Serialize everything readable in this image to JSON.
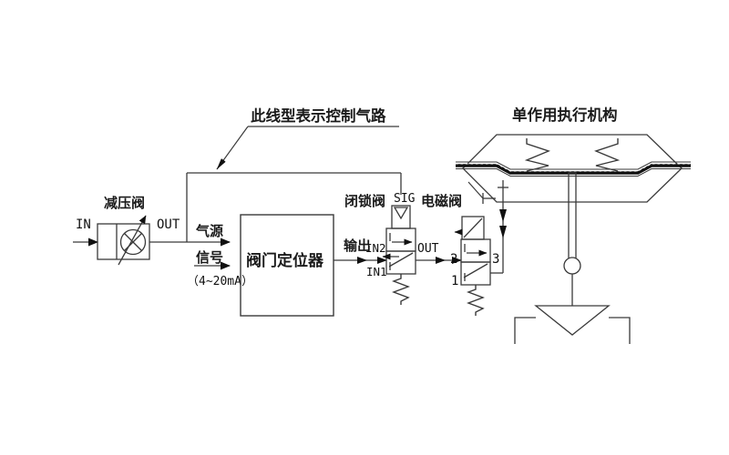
{
  "diagram": {
    "title_note": "此线型表示控制气路",
    "actuator_title": "单作用执行机构",
    "colors": {
      "line": "#3a3a3a",
      "text": "#111111",
      "background": "#ffffff",
      "diaphragm": "#111111"
    }
  },
  "labels": {
    "inlet": "IN",
    "outlet": "OUT",
    "regulator": "减压阀",
    "air_supply": "气源",
    "signal": "信号",
    "signal_range": "（4~20mA）",
    "positioner": "阀门定位器",
    "output": "输出",
    "lock_valve": "闭锁阀",
    "sig_port": "SIG",
    "solenoid_valve": "电磁阀",
    "lock_in2": "IN2",
    "lock_in1": "IN1",
    "lock_out": "OUT",
    "port_1": "1",
    "port_2": "2",
    "port_3": "3"
  },
  "components": [
    {
      "name": "pressure-regulator",
      "label": "减压阀",
      "ports": [
        "IN",
        "OUT"
      ]
    },
    {
      "name": "valve-positioner",
      "label": "阀门定位器",
      "inputs": [
        "气源",
        "信号（4~20mA）"
      ],
      "outputs": [
        "输出"
      ]
    },
    {
      "name": "lock-valve",
      "label": "闭锁阀",
      "ports": [
        "IN1",
        "IN2",
        "OUT",
        "SIG"
      ]
    },
    {
      "name": "solenoid-valve",
      "label": "电磁阀",
      "ports": [
        "1",
        "2",
        "3"
      ]
    },
    {
      "name": "single-acting-actuator",
      "label": "单作用执行机构"
    },
    {
      "name": "control-valve-body",
      "label": ""
    }
  ]
}
